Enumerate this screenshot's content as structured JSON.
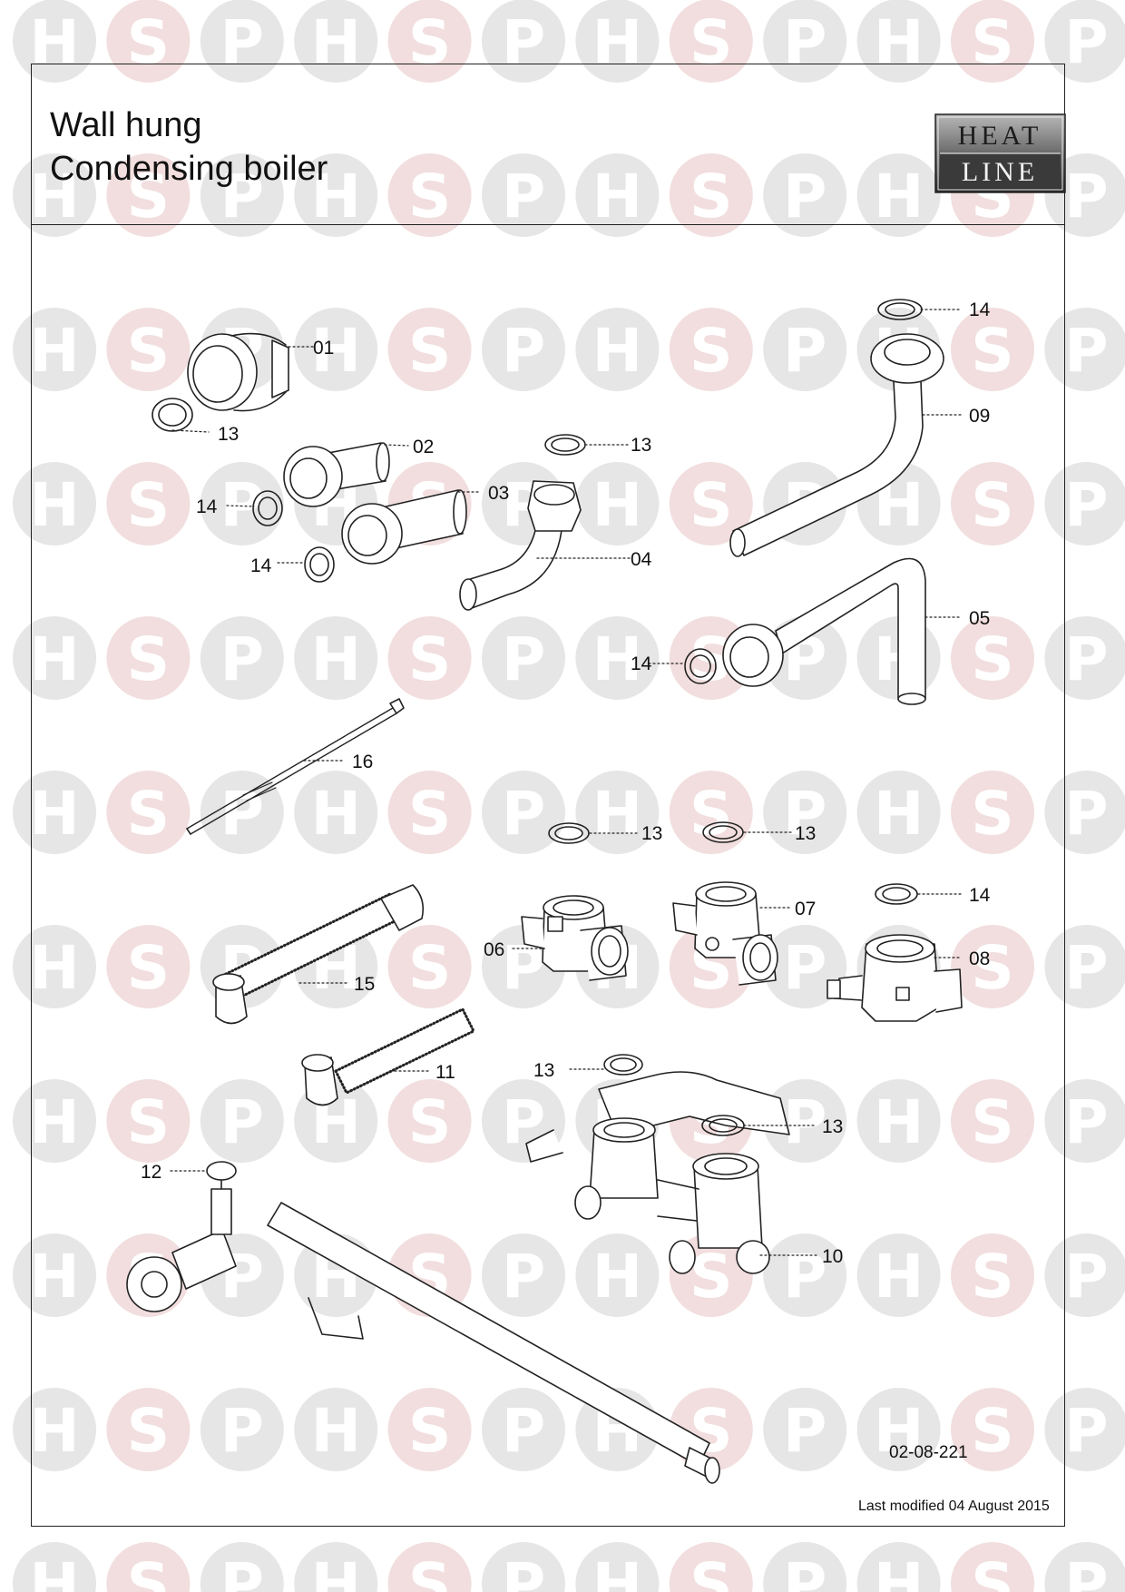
{
  "watermark": {
    "letters": [
      "H",
      "S",
      "P"
    ],
    "fill": "#e6e6e6",
    "accent_fill": "#f2dede",
    "letter_color": "#ffffff"
  },
  "header": {
    "title_line_1": "Wall hung",
    "title_line_2": "Condensing boiler",
    "logo": {
      "line_1": "HEAT",
      "line_2": "LINE"
    }
  },
  "part_labels": {
    "p01": "01",
    "p02": "02",
    "p03": "03",
    "p04": "04",
    "p05": "05",
    "p06": "06",
    "p07": "07",
    "p08": "08",
    "p09": "09",
    "p10": "10",
    "p11": "11",
    "p12": "12",
    "p15": "15",
    "p16": "16",
    "p13a": "13",
    "p13b": "13",
    "p13c": "13",
    "p13d": "13",
    "p13e": "13",
    "p13f": "13",
    "p14a": "14",
    "p14b": "14",
    "p14c": "14",
    "p14d": "14",
    "p14e": "14"
  },
  "footer": {
    "drawing_number": "02-08-221",
    "last_modified": "Last modified 04 August 2015"
  },
  "colors": {
    "line": "#222222",
    "tint": "#f3e7e7"
  }
}
